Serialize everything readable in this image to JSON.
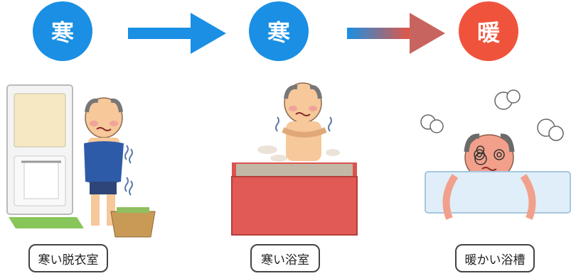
{
  "steps": [
    {
      "badge": "寒",
      "badge_color": "#1a8fe3",
      "label": "寒い脱衣室"
    },
    {
      "badge": "寒",
      "badge_color": "#1a8fe3",
      "label": "寒い浴室"
    },
    {
      "badge": "暖",
      "badge_color": "#f0533c",
      "label": "暖かい浴槽"
    }
  ],
  "arrows": [
    {
      "from_color": "#1a8fe3",
      "to_color": "#1a8fe3"
    },
    {
      "from_color": "#1a8fe3",
      "to_color": "#f0533c"
    }
  ],
  "illustrations": [
    {
      "icon": "cold-dressing-room-illustration"
    },
    {
      "icon": "cold-bathroom-illustration"
    },
    {
      "icon": "warm-bathtub-dizzy-illustration"
    }
  ]
}
